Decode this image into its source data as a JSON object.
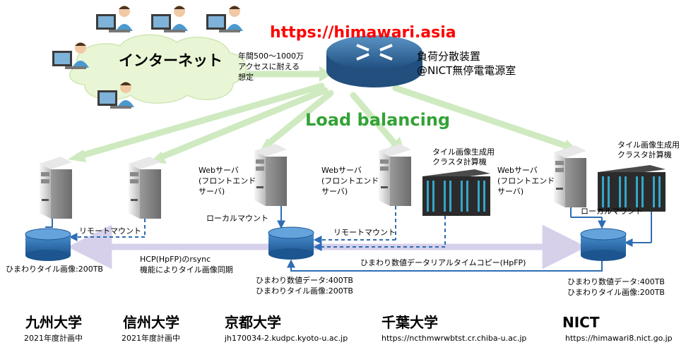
{
  "url_header": "https://himawari.asia",
  "internet_label": "インターネット",
  "access_note": [
    "年間500〜1000万",
    "アクセスに耐える",
    "想定"
  ],
  "load_balancer_label": [
    "負荷分散装置",
    "@NICT無停電電源室"
  ],
  "load_balancing_label": "Load balancing",
  "web_server_label": [
    "Webサーバ",
    "(フロントエンド",
    "サーバ)"
  ],
  "tile_cluster_label": [
    "タイル画像生成用",
    "クラスタ計算機"
  ],
  "remote_mount": "リモートマウント",
  "local_mount": "ローカルマウント",
  "hcp_note": [
    "HCP(HpFP)のrsync",
    "機能によりタイル画像同期"
  ],
  "realtime_copy": "ひまわり数値データリアルタイムコピー(HpFP)",
  "left_storage_label": "ひまわりタイル画像:200TB",
  "center_storage_label": [
    "ひまわり数値データ:400TB",
    "ひまわりタイル画像:200TB"
  ],
  "right_storage_label": [
    "ひまわり数値データ:400TB",
    "ひまわりタイル画像:200TB"
  ],
  "sites": [
    {
      "name": "九州大学",
      "sub": "2021年度計画中"
    },
    {
      "name": "信州大学",
      "sub": "2021年度計画中"
    },
    {
      "name": "京都大学",
      "sub": "jh170034-2.kudpc.kyoto-u.ac.jp"
    },
    {
      "name": "千葉大学",
      "sub": "https://ncthmwrwbtst.cr.chiba-u.ac.jp"
    },
    {
      "name": "NICT",
      "sub": "https://himawari8.nict.go.jp"
    }
  ],
  "colors": {
    "header_red": "#ff0000",
    "load_balancing_green": "#33a336",
    "arrow_green": "#cfeac0",
    "cloud_green": "#e9f6d6",
    "storage_blue": "#2f71b0",
    "line_blue": "#2e6db4",
    "sync_purple": "#d7d0ea"
  }
}
